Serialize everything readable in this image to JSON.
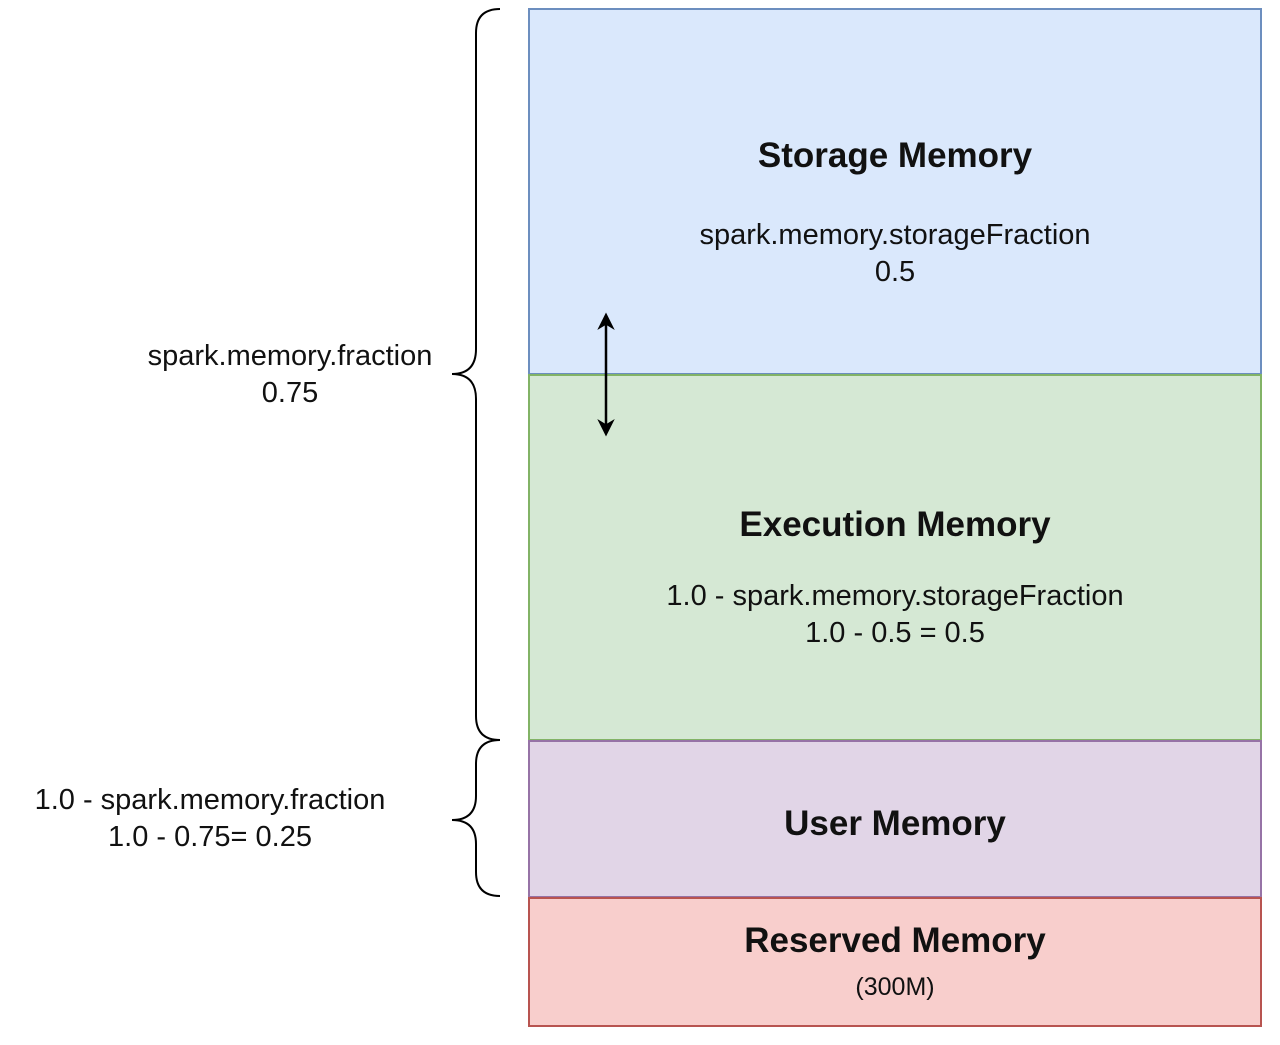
{
  "blocks": {
    "storage": {
      "title": "Storage Memory",
      "line1": "spark.memory.storageFraction",
      "line2": "0.5",
      "fill": "#dae8fc",
      "stroke": "#6c8ebf"
    },
    "execution": {
      "title": "Execution Memory",
      "line1": "1.0 - spark.memory.storageFraction",
      "line2": "1.0 - 0.5 = 0.5",
      "fill": "#d5e8d4",
      "stroke": "#82b366"
    },
    "user": {
      "title": "User Memory",
      "fill": "#e1d5e7",
      "stroke": "#9673a6"
    },
    "reserved": {
      "title": "Reserved Memory",
      "line1": "(300M)",
      "fill": "#f8cecc",
      "stroke": "#b85450"
    }
  },
  "annotations": {
    "fraction": {
      "line1": "spark.memory.fraction",
      "line2": "0.75"
    },
    "remaining": {
      "line1": "1.0 - spark.memory.fraction",
      "line2": "1.0 - 0.75= 0.25"
    }
  },
  "icons": {
    "boundary_arrow": "double-headed-vertical-arrow-icon",
    "brace": "curly-brace-icon"
  }
}
